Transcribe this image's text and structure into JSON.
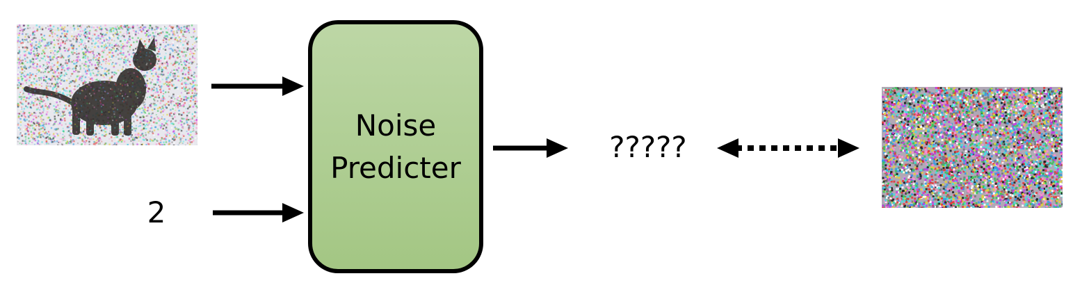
{
  "diagram": {
    "inputs": {
      "timestep": "2"
    },
    "model_block": {
      "line1": "Noise",
      "line2": "Predicter"
    },
    "output_label": "?????",
    "images": {
      "noisy_input": "noisy-cat-image",
      "target_noise": "random-noise-image"
    }
  },
  "colors": {
    "block_fill_top": "#bdd7a6",
    "block_fill_bottom": "#a3c683",
    "block_border": "#000000",
    "arrow": "#000000",
    "text": "#000000"
  }
}
